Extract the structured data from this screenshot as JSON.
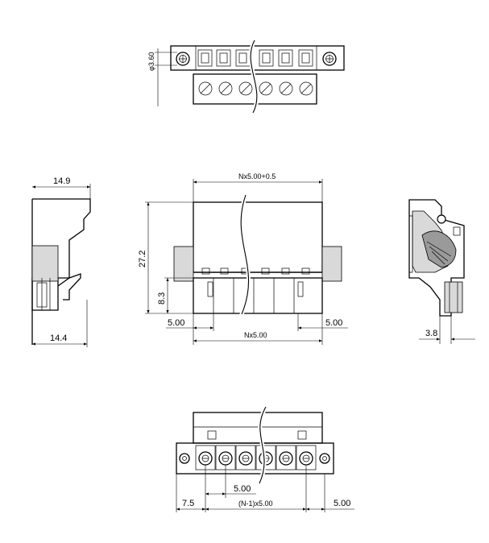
{
  "dimensions": {
    "hole_diameter": "φ3.60",
    "side_top_width": "14.9",
    "side_bottom_width": "14.4",
    "front_top_width": "Nx5.00+0.5",
    "front_height": "27.2",
    "front_low_height": "8.3",
    "front_left_offset": "5.00",
    "front_right_offset": "5.00",
    "front_pitch_total": "Nx5.00",
    "right_view_offset": "3.8",
    "bottom_pitch": "5.00",
    "bottom_left_offset": "7.5",
    "bottom_pitch_total": "(N-1)x5.00",
    "bottom_right_offset": "5.00"
  }
}
